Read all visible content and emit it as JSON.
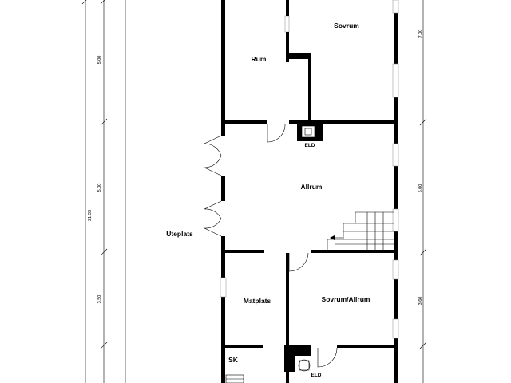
{
  "rooms": {
    "sovrum": "Sovrum",
    "rum": "Rum",
    "allrum": "Allrum",
    "uteplats": "Uteplats",
    "matplats": "Matplats",
    "sovrum_allrum": "Sovrum/Allrum",
    "sk": "SK"
  },
  "fixtures": {
    "eld_top": "ELD",
    "eld_bottom": "ELD"
  },
  "dimensions": {
    "left_total": "21.33",
    "left_top": "5.00",
    "left_middle": "5.00",
    "left_bottom": "3.50",
    "right_top": "7.00",
    "right_middle": "5.00",
    "right_bottom": "3.60"
  }
}
